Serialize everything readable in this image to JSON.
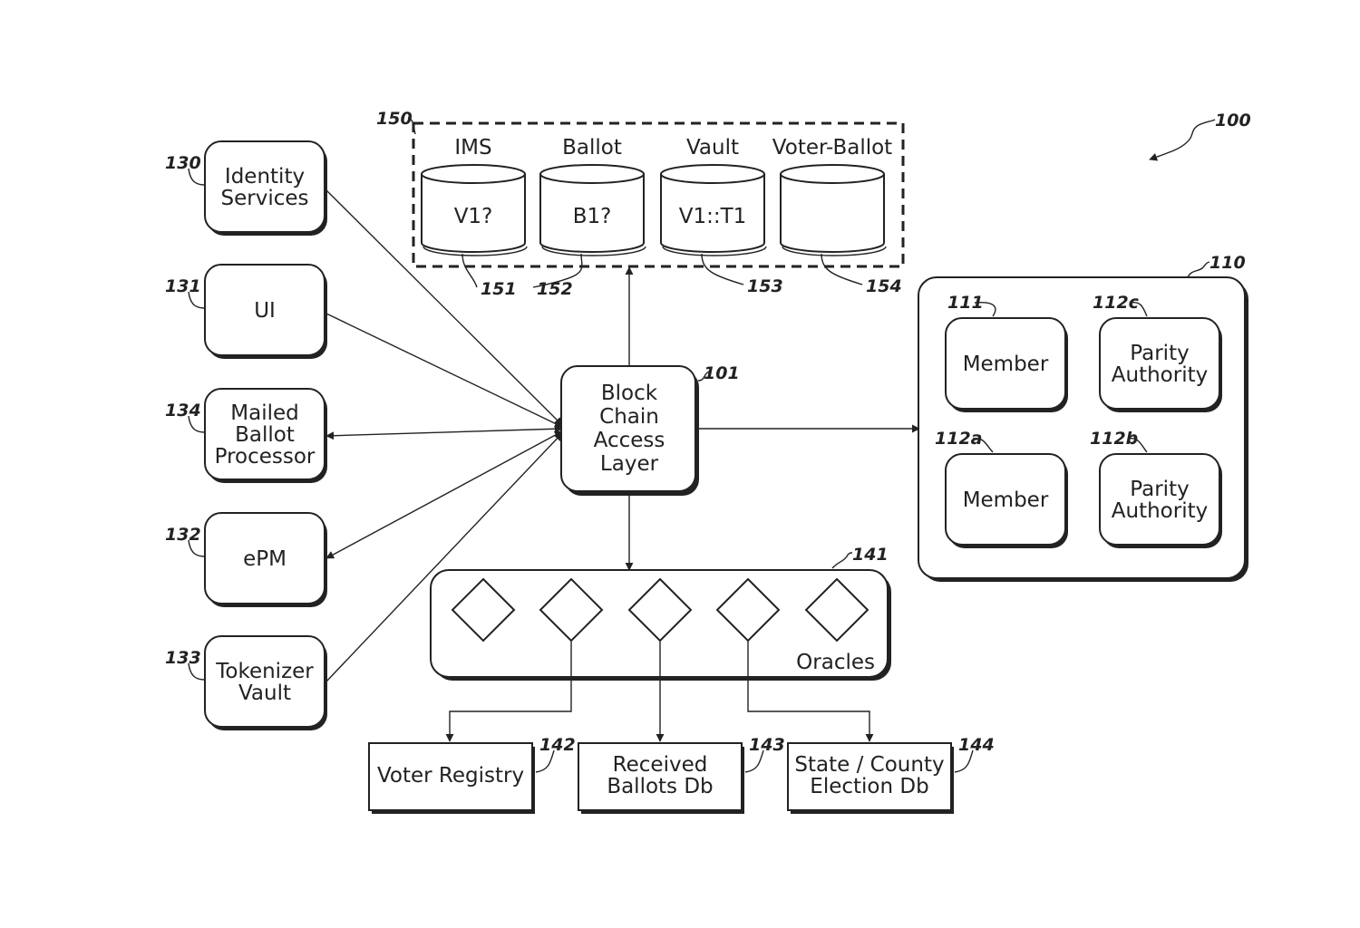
{
  "figure_ref": "100",
  "storage_group": {
    "ref": "150",
    "databases": [
      {
        "ref": "151",
        "title": "IMS",
        "value": "V1?"
      },
      {
        "ref": "152",
        "title": "Ballot",
        "value": "B1?"
      },
      {
        "ref": "153",
        "title": "Vault",
        "value": "V1::T1"
      },
      {
        "ref": "154",
        "title": "Voter-Ballot",
        "value": ""
      }
    ]
  },
  "left_services": [
    {
      "ref": "130",
      "lines": [
        "Identity",
        "Services"
      ]
    },
    {
      "ref": "131",
      "lines": [
        "UI"
      ]
    },
    {
      "ref": "134",
      "lines": [
        "Mailed",
        "Ballot",
        "Processor"
      ]
    },
    {
      "ref": "132",
      "lines": [
        "ePM"
      ]
    },
    {
      "ref": "133",
      "lines": [
        "Tokenizer",
        "Vault"
      ]
    }
  ],
  "access_layer": {
    "ref": "101",
    "lines": [
      "Block",
      "Chain",
      "Access",
      "Layer"
    ]
  },
  "network": {
    "ref": "110",
    "nodes": [
      {
        "ref": "111",
        "lines": [
          "Member"
        ]
      },
      {
        "ref": "112c",
        "lines": [
          "Parity",
          "Authority"
        ]
      },
      {
        "ref": "112a",
        "lines": [
          "Member"
        ]
      },
      {
        "ref": "112b",
        "lines": [
          "Parity",
          "Authority"
        ]
      }
    ]
  },
  "oracles": {
    "ref": "141",
    "label": "Oracles",
    "count": 5
  },
  "external_dbs": [
    {
      "ref": "142",
      "lines": [
        "Voter Registry"
      ]
    },
    {
      "ref": "143",
      "lines": [
        "Received",
        "Ballots Db"
      ]
    },
    {
      "ref": "144",
      "lines": [
        "State / County",
        "Election Db"
      ]
    }
  ],
  "colors": {
    "ink": "#222222",
    "paper": "#ffffff"
  }
}
